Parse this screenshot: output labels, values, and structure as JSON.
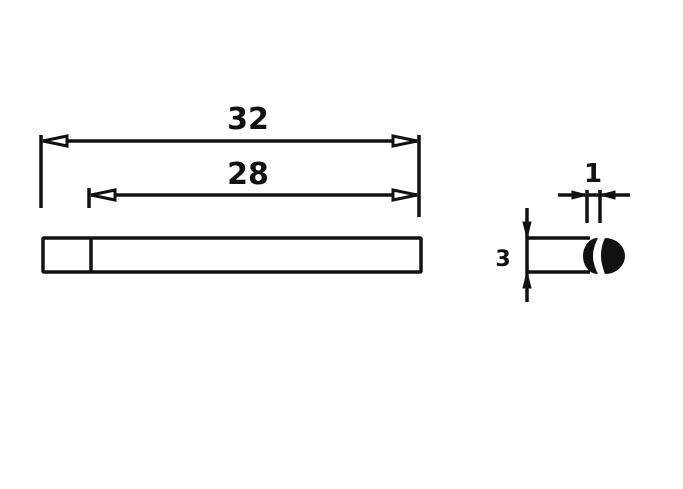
{
  "drawing": {
    "stroke_color": "#111111",
    "background": "#ffffff",
    "side_view": {
      "overall_length_label": "32",
      "partial_length_label": "28"
    },
    "end_view": {
      "height_label": "3",
      "gap_label": "1"
    }
  }
}
